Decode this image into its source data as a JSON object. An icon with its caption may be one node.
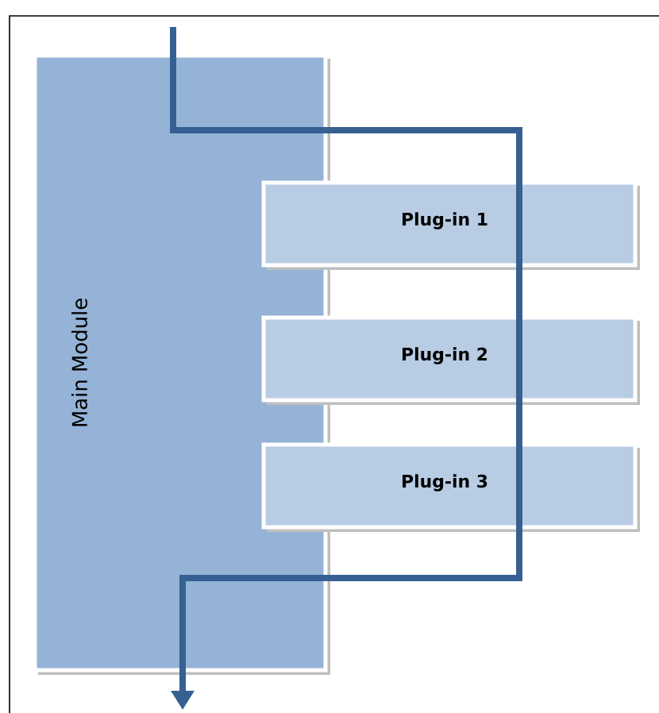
{
  "diagram": {
    "nodes": [
      {
        "text": [
          "Main Module"
        ]
      },
      {
        "text": [
          "Plug-in 1"
        ]
      },
      {
        "text": [
          "Plug-in 2"
        ]
      },
      {
        "text": [
          "Plug-in 3"
        ]
      }
    ]
  }
}
